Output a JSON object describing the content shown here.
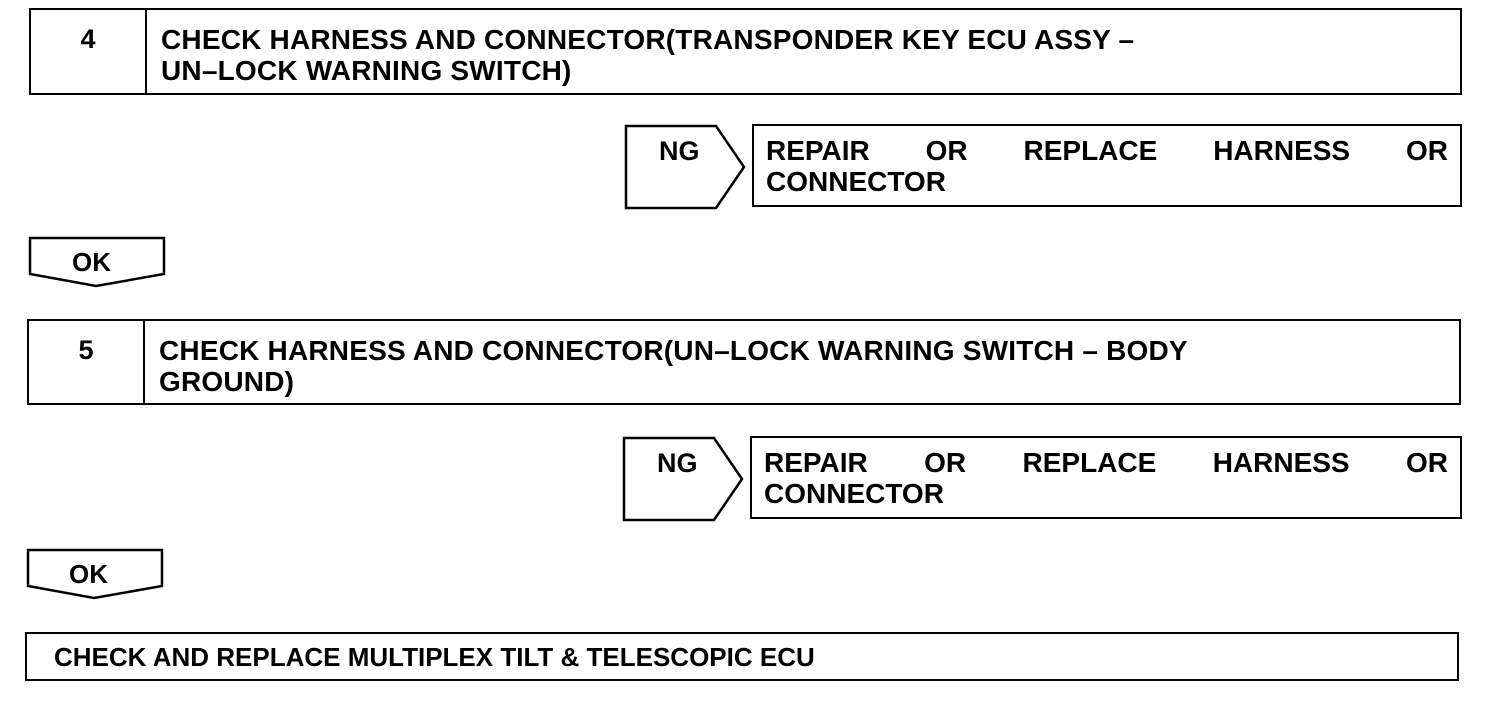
{
  "steps": [
    {
      "number": "4",
      "title_line1": "CHECK HARNESS AND CONNECTOR(TRANSPONDER KEY ECU ASSY –",
      "title_line2": "UN–LOCK WARNING SWITCH)",
      "ng_label": "NG",
      "ng_result_words": [
        "REPAIR",
        "OR",
        "REPLACE",
        "HARNESS",
        "OR"
      ],
      "ng_result_line2": "CONNECTOR",
      "ok_label": "OK"
    },
    {
      "number": "5",
      "title_line1": "CHECK HARNESS AND CONNECTOR(UN–LOCK WARNING SWITCH – BODY",
      "title_line2": "GROUND)",
      "ng_label": "NG",
      "ng_result_words": [
        "REPAIR",
        "OR",
        "REPLACE",
        "HARNESS",
        "OR"
      ],
      "ng_result_line2": "CONNECTOR",
      "ok_label": "OK"
    }
  ],
  "final_action": "CHECK AND REPLACE MULTIPLEX TILT & TELESCOPIC ECU"
}
